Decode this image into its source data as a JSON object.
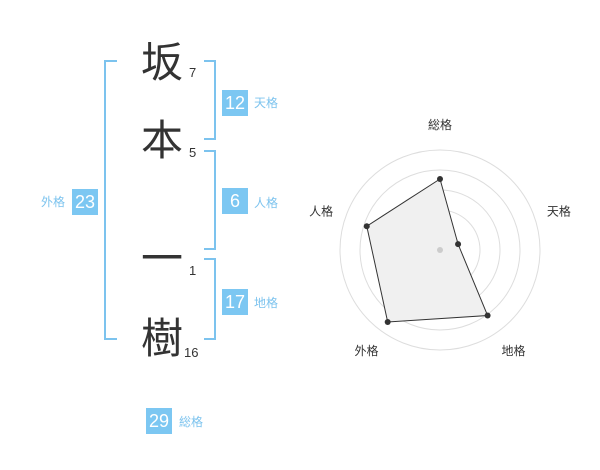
{
  "name_chars": [
    {
      "char": "坂",
      "strokes": "7"
    },
    {
      "char": "本",
      "strokes": "5"
    },
    {
      "char": "一",
      "strokes": "1"
    },
    {
      "char": "樹",
      "strokes": "16"
    }
  ],
  "fortunes": {
    "tenkaku": {
      "label": "天格",
      "value": "12"
    },
    "jinkaku": {
      "label": "人格",
      "value": "6"
    },
    "chikaku": {
      "label": "地格",
      "value": "17"
    },
    "gaikaku": {
      "label": "外格",
      "value": "23"
    },
    "soukaku": {
      "label": "総格",
      "value": "29"
    }
  },
  "chart_data": {
    "type": "radar",
    "axes": [
      "総格",
      "天格",
      "地格",
      "外格",
      "人格"
    ],
    "values": [
      0.71,
      0.19,
      0.81,
      0.89,
      0.77
    ],
    "range": [
      0,
      1
    ],
    "rings": 5,
    "colors": {
      "fill": "#f0f0f0",
      "line": "#333333",
      "grid": "#dddddd",
      "center": "#cccccc"
    }
  }
}
